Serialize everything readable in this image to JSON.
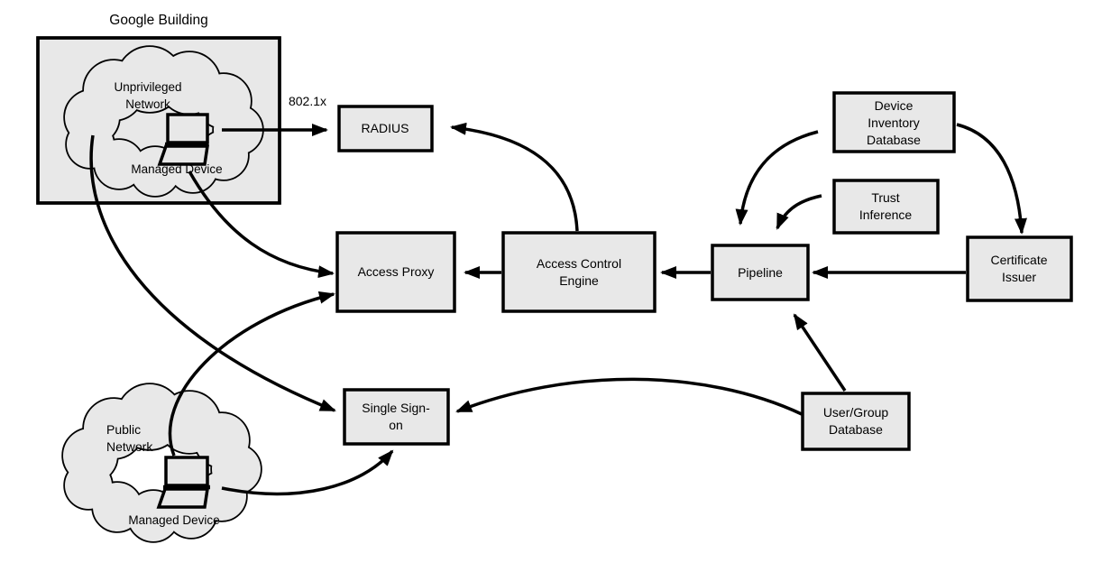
{
  "colors": {
    "node_fill": "#e8e8e8",
    "stroke": "#000000",
    "text": "#000000",
    "background": "#ffffff"
  },
  "nodes": {
    "google_building": {
      "label": "Google Building"
    },
    "unprivileged_network": {
      "lines": [
        "Unprivileged",
        "Network"
      ]
    },
    "managed_device_building": {
      "label": "Managed Device"
    },
    "radius": {
      "label": "RADIUS"
    },
    "access_proxy": {
      "label": "Access Proxy"
    },
    "access_control_engine": {
      "lines": [
        "Access Control",
        "Engine"
      ]
    },
    "pipeline": {
      "label": "Pipeline"
    },
    "device_inventory_database": {
      "lines": [
        "Device",
        "Inventory",
        "Database"
      ]
    },
    "trust_inference": {
      "lines": [
        "Trust",
        "Inference"
      ]
    },
    "certificate_issuer": {
      "lines": [
        "Certificate",
        "Issuer"
      ]
    },
    "single_sign_on": {
      "lines": [
        "Single Sign-",
        "on"
      ]
    },
    "user_group_database": {
      "lines": [
        "User/Group",
        "Database"
      ]
    },
    "public_network": {
      "lines": [
        "Public",
        "Network"
      ]
    },
    "managed_device_public": {
      "label": "Managed Device"
    }
  },
  "edges": [
    {
      "from": "managed-device-building",
      "to": "radius",
      "label": "802.1x"
    },
    {
      "from": "access-control-engine",
      "to": "radius"
    },
    {
      "from": "access-control-engine",
      "to": "access-proxy"
    },
    {
      "from": "pipeline",
      "to": "access-control-engine"
    },
    {
      "from": "certificate-issuer",
      "to": "pipeline"
    },
    {
      "from": "device-inventory-database",
      "to": "pipeline"
    },
    {
      "from": "trust-inference",
      "to": "pipeline"
    },
    {
      "from": "device-inventory-database",
      "to": "certificate-issuer"
    },
    {
      "from": "user-group-database",
      "to": "pipeline"
    },
    {
      "from": "user-group-database",
      "to": "single-sign-on"
    },
    {
      "from": "managed-device-building",
      "to": "access-proxy"
    },
    {
      "from": "managed-device-building",
      "to": "single-sign-on"
    },
    {
      "from": "managed-device-public",
      "to": "access-proxy"
    },
    {
      "from": "managed-device-public",
      "to": "single-sign-on"
    }
  ]
}
